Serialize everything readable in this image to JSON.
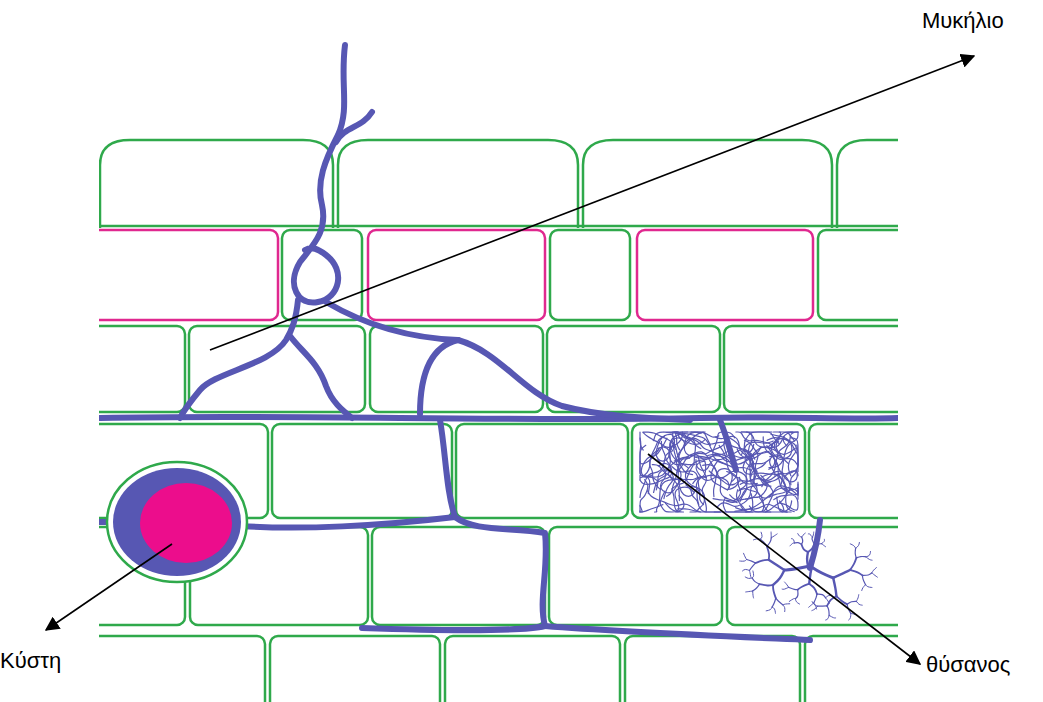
{
  "diagram": {
    "labels": [
      "Μυκήλιο",
      "Κύστη",
      "θύσανος"
    ]
  }
}
